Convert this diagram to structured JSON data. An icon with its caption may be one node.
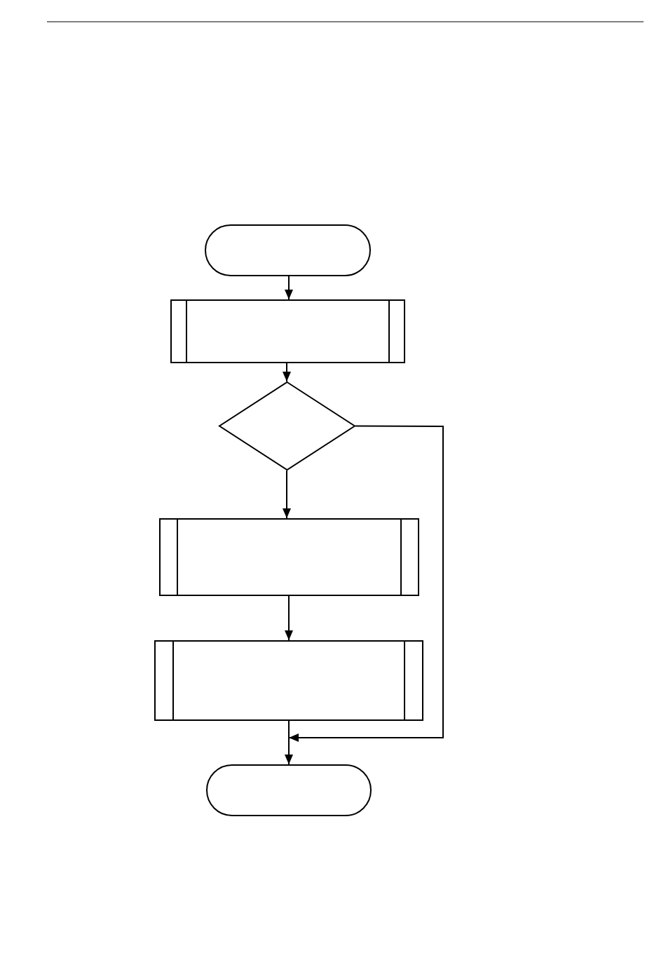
{
  "diagram": {
    "nodes": [
      {
        "text": [],
        "shape": "stadium"
      },
      {
        "text": [],
        "shape": "box"
      },
      {
        "text": [],
        "shape": "diamond"
      },
      {
        "text": [],
        "shape": "box"
      },
      {
        "text": [],
        "shape": "box"
      },
      {
        "text": [],
        "shape": "stadium"
      }
    ],
    "edges": [
      {
        "from": 0,
        "to": 1,
        "arrow": "to"
      },
      {
        "from": 1,
        "to": 2,
        "arrow": "to"
      },
      {
        "from": 2,
        "to": 3,
        "arrow": "to"
      },
      {
        "from": 3,
        "to": 4,
        "arrow": "to"
      },
      {
        "from": 4,
        "to": 5,
        "arrow": "to"
      },
      {
        "from": 2,
        "to": 5,
        "arrow": "to"
      }
    ]
  }
}
